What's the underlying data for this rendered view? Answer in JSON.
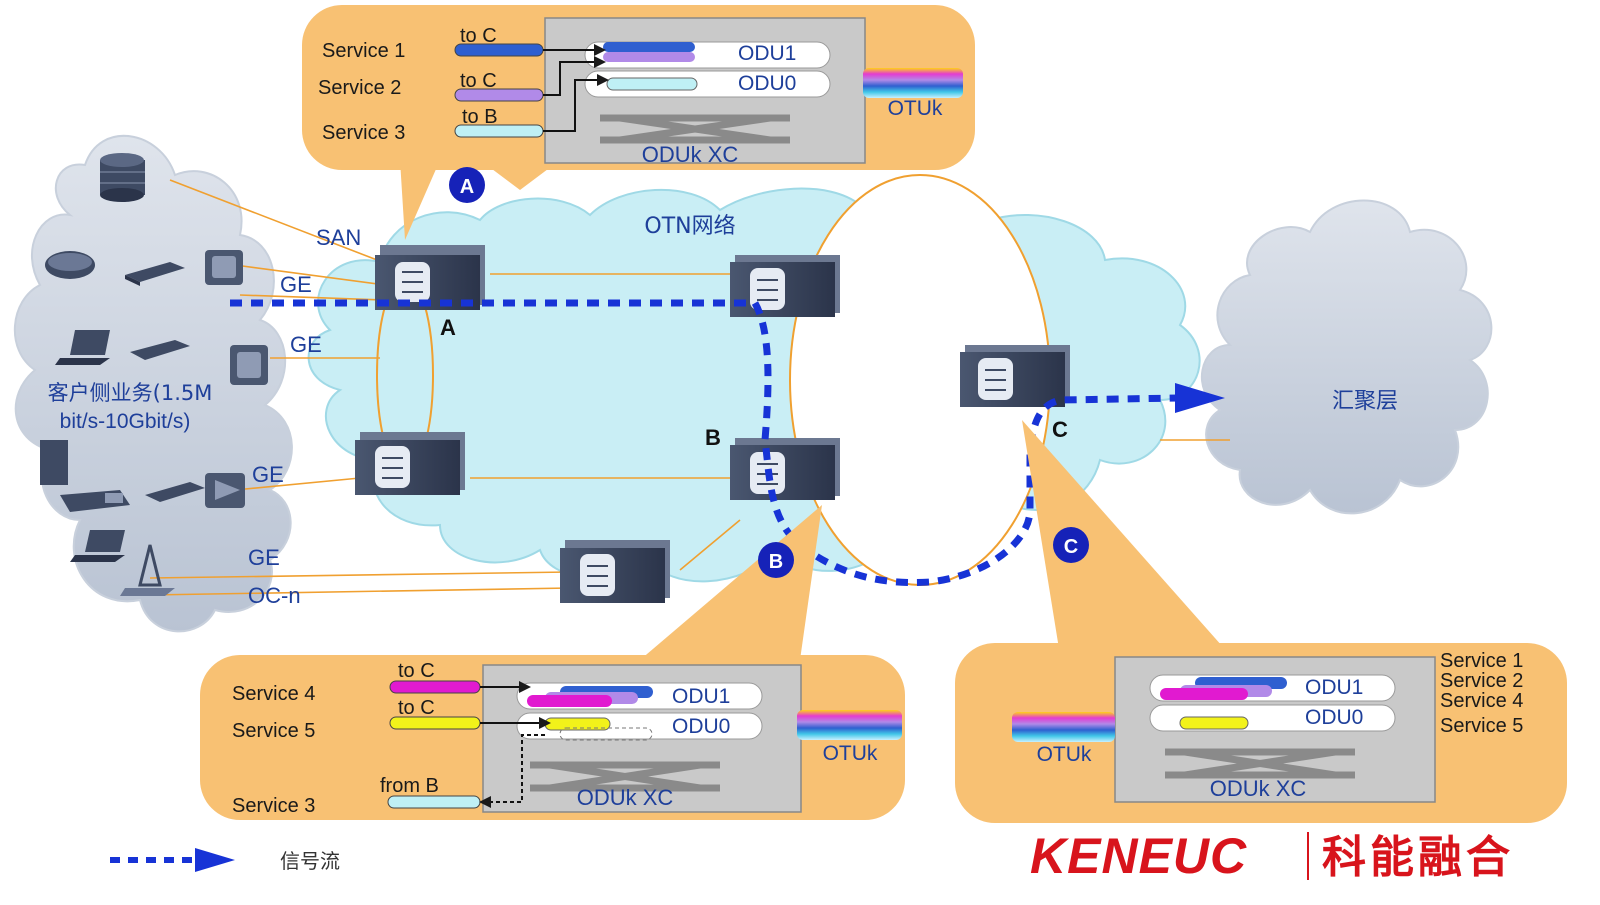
{
  "network": {
    "otn_label": "OTN网络",
    "aggregation_label": "汇聚层",
    "client_label_line1": "客户侧业务(1.5M",
    "client_label_line2": "bit/s-10Gbit/s)",
    "link_labels": {
      "san": "SAN",
      "ge1": "GE",
      "ge2": "GE",
      "ge3": "GE",
      "ge4": "GE",
      "ocn": "OC-n"
    },
    "node_labels": {
      "a": "A",
      "b": "B",
      "c": "C"
    }
  },
  "callout_a": {
    "badge": "A",
    "services": [
      {
        "name": "Service 1",
        "dest": "to C",
        "color": "#2f5fd0"
      },
      {
        "name": "Service 2",
        "dest": "to C",
        "color": "#b18ae8"
      },
      {
        "name": "Service 3",
        "dest": "to B",
        "color": "#bff0f5"
      }
    ],
    "odu1": "ODU1",
    "odu0": "ODU0",
    "xc": "ODUk XC",
    "otuk": "OTUk"
  },
  "callout_b": {
    "badge": "B",
    "services": [
      {
        "name": "Service 4",
        "dest": "to C",
        "color": "#e11ad0"
      },
      {
        "name": "Service 5",
        "dest": "to C",
        "color": "#f2f21a"
      },
      {
        "name": "Service 3",
        "dest": "from B",
        "color": "#bff0f5"
      }
    ],
    "odu1": "ODU1",
    "odu0": "ODU0",
    "xc": "ODUk XC",
    "otuk": "OTUk"
  },
  "callout_c": {
    "badge": "C",
    "services": [
      "Service 1",
      "Service 2",
      "Service 4",
      "Service 5"
    ],
    "odu1": "ODU1",
    "odu0": "ODU0",
    "xc": "ODUk XC",
    "otuk": "OTUk"
  },
  "legend": {
    "label": "信号流"
  },
  "logo": {
    "brand": "KENEUC",
    "brand_cn": "科能融合"
  },
  "colors": {
    "callout_fill": "#f8c173",
    "cloud_fill": "#c9eef5",
    "client_cloud": "#c8d2e0",
    "signal": "#1733d6",
    "link": "#f0a030",
    "logo": "#d8141c"
  }
}
